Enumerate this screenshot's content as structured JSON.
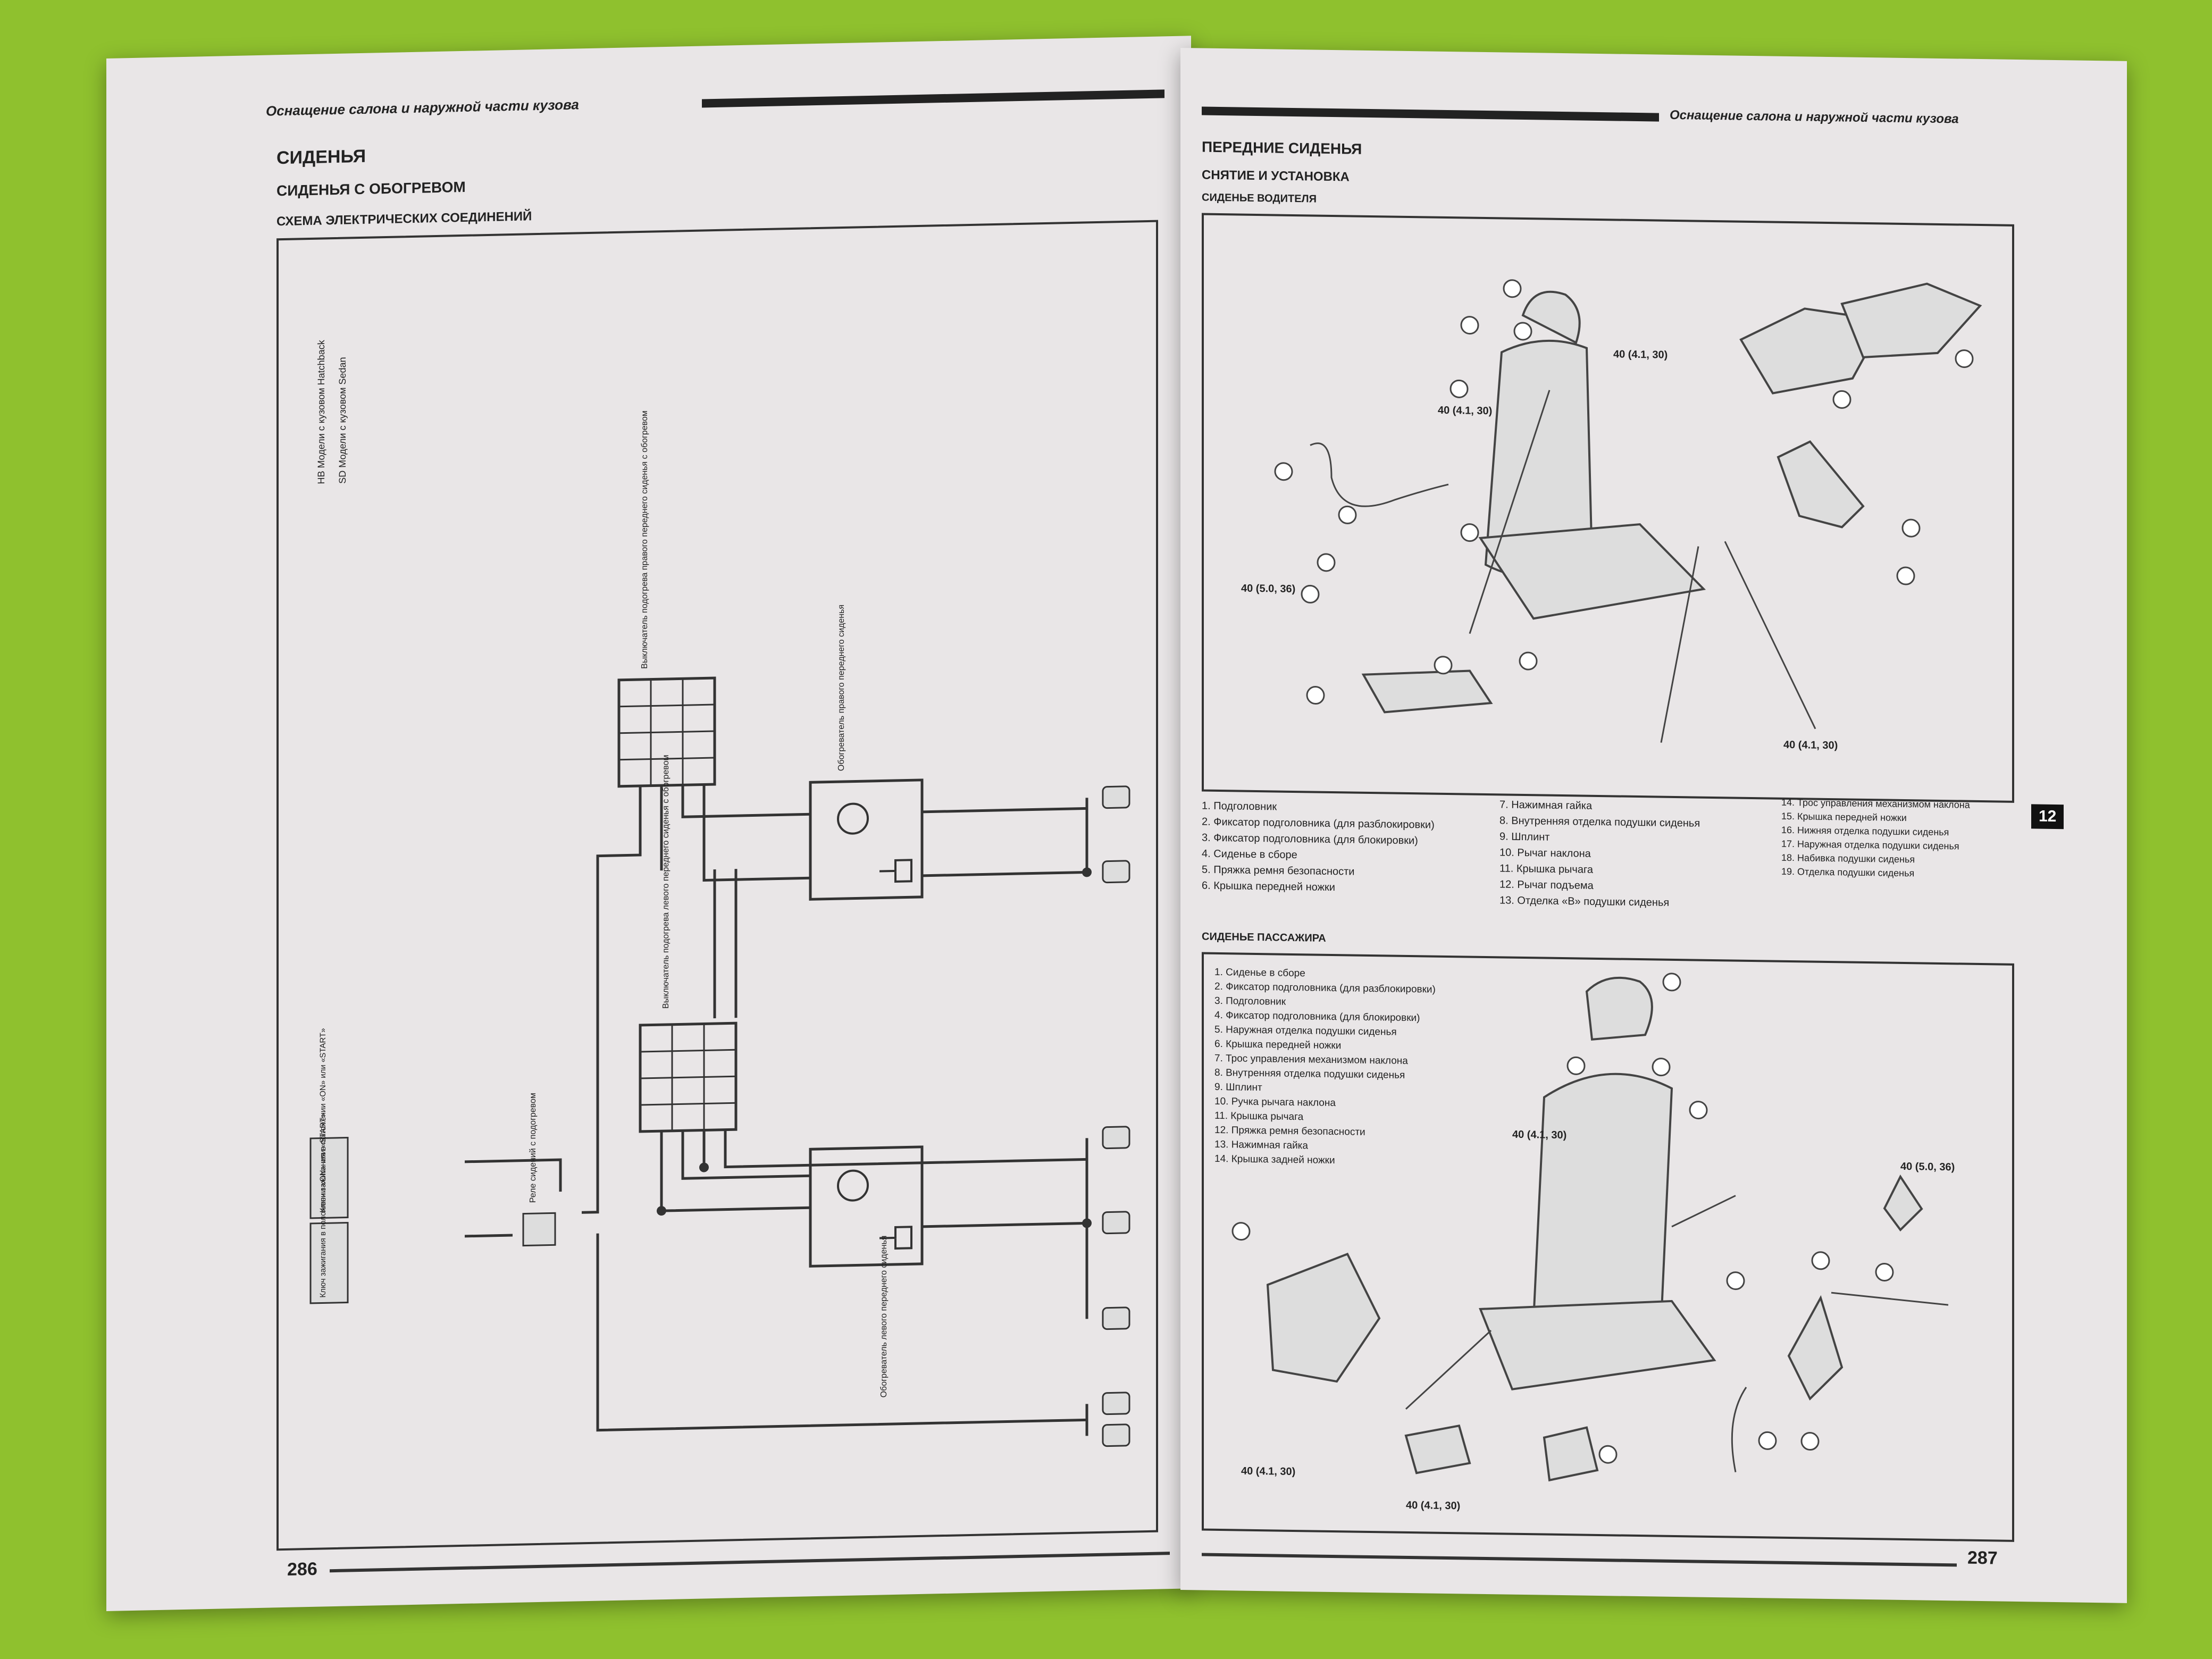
{
  "left_page": {
    "running_header": "Оснащение салона и наружной части кузова",
    "title": "СИДЕНЬЯ",
    "subtitle": "СИДЕНЬЯ С ОБОГРЕВОМ",
    "section": "СХЕМА ЭЛЕКТРИЧЕСКИХ СОЕДИНЕНИЙ",
    "legend": [
      "HB Модели с кузовом Hatchback",
      "SD Модели с кузовом Sedan"
    ],
    "labels": {
      "switch_right": "Выключатель подогрева правого переднего сиденья с обогревом",
      "switch_left": "Выключатель подогрева левого переднего сиденья с обогревом",
      "heater_right": "Обогреватель правого переднего сиденья",
      "heater_left": "Обогреватель левого переднего сиденья",
      "relay": "Реле сидений с подогревом",
      "ignition_1": "Ключ зажигания в положении «ON» или «START»",
      "ignition_2": "Ключ зажигания в положении «ON» или «START»"
    },
    "page_number": "286"
  },
  "right_page": {
    "running_header": "Оснащение салона и наружной части кузова",
    "title": "ПЕРЕДНИЕ СИДЕНЬЯ",
    "subtitle": "СНЯТИЕ И УСТАНОВКА",
    "section_driver": "СИДЕНЬЕ ВОДИТЕЛЯ",
    "section_passenger": "СИДЕНЬЕ ПАССАЖИРА",
    "torque_labels": [
      "40 (4.1, 30)",
      "40 (5.0, 36)",
      "40 (4.1, 30)",
      "40 (4.1, 30)",
      "40 (4.1, 30)",
      "40 (5.0, 36)",
      "40 (4.1, 30)",
      "40 (4.1, 30)"
    ],
    "driver_legend_col1": [
      "1. Подголовник",
      "2. Фиксатор подголовника (для разблокировки)",
      "3. Фиксатор подголовника (для блокировки)",
      "4. Сиденье в сборе",
      "5. Пряжка ремня безопасности",
      "6. Крышка передней ножки"
    ],
    "driver_legend_col2": [
      "7. Нажимная гайка",
      "8. Внутренняя отделка подушки сиденья",
      "9. Шплинт",
      "10. Рычаг наклона",
      "11. Крышка рычага",
      "12. Рычаг подъема",
      "13. Отделка «В» подушки сиденья"
    ],
    "driver_legend_col3": [
      "14. Трос управления механизмом наклона",
      "15. Крышка передней ножки",
      "16. Нижняя отделка подушки сиденья",
      "17. Наружная отделка подушки сиденья",
      "18. Набивка подушки сиденья",
      "19. Отделка подушки сиденья"
    ],
    "passenger_legend": [
      "1. Сиденье в сборе",
      "2. Фиксатор подголовника (для разблокировки)",
      "3. Подголовник",
      "4. Фиксатор подголовника (для блокировки)",
      "5. Наружная отделка подушки сиденья",
      "6. Крышка передней ножки",
      "7. Трос управления механизмом наклона",
      "8. Внутренняя отделка подушки сиденья",
      "9. Шплинт",
      "10. Ручка рычага наклона",
      "11. Крышка рычага",
      "12. Пряжка ремня безопасности",
      "13. Нажимная гайка",
      "14. Крышка задней ножки"
    ],
    "chapter_tab": "12",
    "page_number": "287"
  }
}
